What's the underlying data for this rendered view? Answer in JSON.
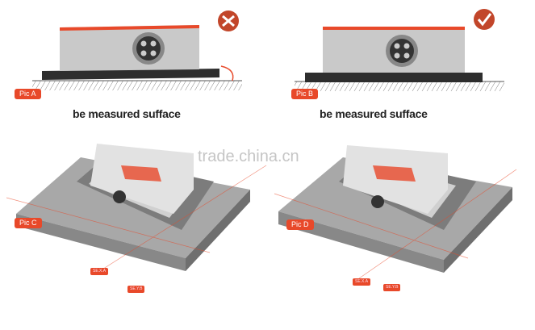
{
  "panels": {
    "a": {
      "tag": "Pic A",
      "caption": "be measured suffact",
      "status_icon": "cross-icon"
    },
    "b": {
      "tag": "Pic B",
      "caption": "be measured suffact",
      "status_icon": "check-icon"
    },
    "c": {
      "tag": "Pic C",
      "axis_labels": [
        "SE.X.A",
        "SE.Y.B"
      ]
    },
    "d": {
      "tag": "Pic D",
      "axis_labels": [
        "SE.X.A",
        "SE.Y.B"
      ]
    }
  },
  "watermark": "trade.china.cn",
  "colors": {
    "accent": "#e8492a",
    "housing": "#c9c9c9",
    "base": "#2e2e2e",
    "plate": "#9a9a9a"
  }
}
